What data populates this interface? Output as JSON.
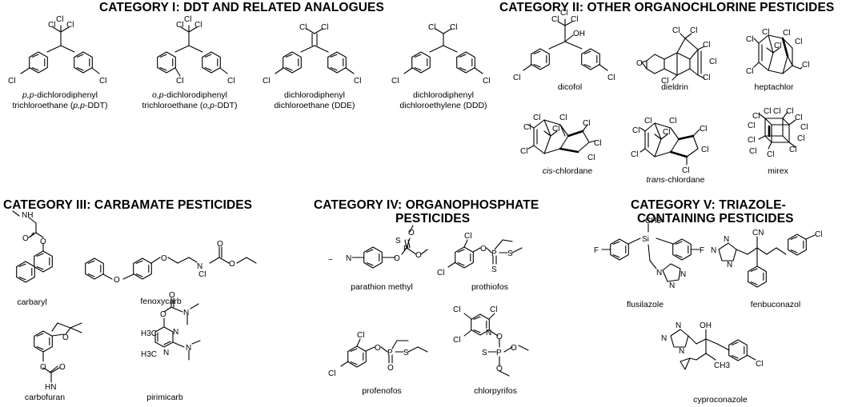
{
  "categories": [
    {
      "id": "cat1",
      "title": "CATEGORY I: DDT AND RELATED ANALOGUES"
    },
    {
      "id": "cat2",
      "title": "CATEGORY II: OTHER ORGANOCHLORINE PESTICIDES"
    },
    {
      "id": "cat3",
      "title": "CATEGORY III: CARBAMATE PESTICIDES"
    },
    {
      "id": "cat4",
      "title_line1": "CATEGORY IV: ORGANOPHOSPHATE",
      "title_line2": "PESTICIDES"
    },
    {
      "id": "cat5",
      "title_line1": "CATEGORY V: TRIAZOLE-",
      "title_line2": "CONTAINING PESTICIDES"
    }
  ],
  "compounds": {
    "ppddt": {
      "line1_italic": "p,p",
      "line1_rest": "-dichlorodiphenyl",
      "line2_pre": "trichloroethane (",
      "line2_italic": "p,p",
      "line2_post": "-DDT)"
    },
    "opddt": {
      "line1_italic": "o,p",
      "line1_rest": "-dichlorodiphenyl",
      "line2_pre": "trichloroethane (",
      "line2_italic": "o,p",
      "line2_post": "-DDT)"
    },
    "dde": {
      "line1": "dichlorodiphenyl",
      "line2": "dichloroethane (DDE)"
    },
    "ddd": {
      "line1": "dichlorodiphenyl",
      "line2": "dichloroethylene (DDD)"
    },
    "dicofol": "dicofol",
    "dieldrin": "dieldrin",
    "heptachlor": "heptachlor",
    "cischlordane": {
      "italic": "cis",
      "rest": "-chlordane"
    },
    "transchlordane": {
      "italic": "trans",
      "rest": "-chlordane"
    },
    "mirex": "mirex",
    "carbaryl": "carbaryl",
    "fenoxycarb": "fenoxycarb",
    "carbofuran": "carbofuran",
    "pirimicarb": "pirimicarb",
    "parathion": "parathion methyl",
    "prothiofos": "prothiofos",
    "profenofos": "profenofos",
    "chlorpyrifos": "chlorpyrifos",
    "flusilazole": "flusilazole",
    "fenbuconazol": "fenbuconazol",
    "cyproconazole": "cyproconazole"
  },
  "atoms": {
    "cl": "Cl",
    "o": "O",
    "oh": "OH",
    "s": "S",
    "p": "P",
    "n": "N",
    "nh": "NH",
    "hn": "HN",
    "f": "F",
    "si": "Si",
    "cn": "CN",
    "ch3": "CH3",
    "h3c": "H3C",
    "nplus": "N",
    "minus_o": "O",
    "plus": "+",
    "minus": "−"
  }
}
